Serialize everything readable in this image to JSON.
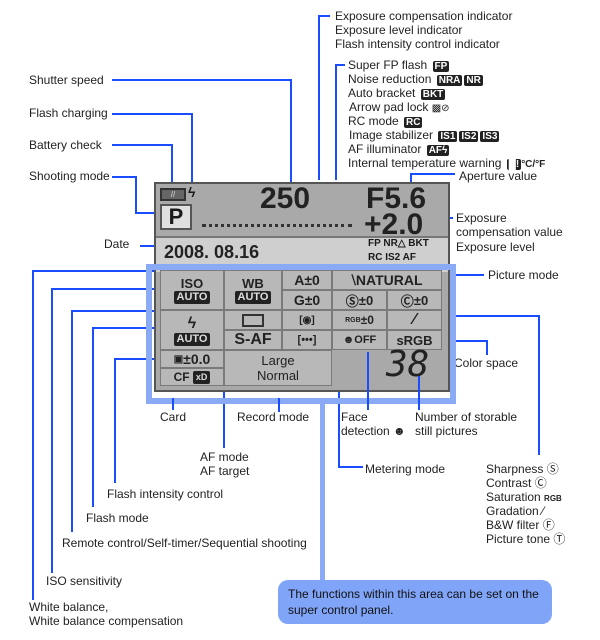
{
  "labels": {
    "shutter_speed": "Shutter speed",
    "flash_charging": "Flash charging",
    "battery_check": "Battery check",
    "shooting_mode": "Shooting mode",
    "date": "Date",
    "exposure_comp_indicator": "Exposure compensation indicator",
    "exposure_level_indicator": "Exposure level indicator",
    "flash_intensity_indicator": "Flash intensity control indicator",
    "super_fp": "Super FP flash",
    "noise_reduction": "Noise reduction",
    "auto_bracket": "Auto bracket",
    "arrow_pad_lock": "Arrow pad lock",
    "rc_mode": "RC mode",
    "image_stabilizer": "Image stabilizer",
    "af_illuminator": "AF illuminator",
    "internal_temp": "Internal temperature warning",
    "aperture_value": "Aperture value",
    "exposure_comp_value_1": "Exposure",
    "exposure_comp_value_2": "compensation value",
    "exposure_level": "Exposure level",
    "picture_mode": "Picture mode",
    "color_space": "Color space",
    "card": "Card",
    "record_mode": "Record mode",
    "face_detection_1": "Face",
    "face_detection_2": "detection",
    "storable_1": "Number of storable",
    "storable_2": "still pictures",
    "af_mode": "AF mode",
    "af_target": "AF target",
    "metering_mode": "Metering mode",
    "flash_intensity_control": "Flash intensity control",
    "flash_mode": "Flash mode",
    "remote_control": "Remote control/Self-timer/Sequential shooting",
    "iso_sensitivity": "ISO sensitivity",
    "white_balance_1": "White balance,",
    "white_balance_2": "White balance compensation",
    "sharpness": "Sharpness",
    "contrast": "Contrast",
    "saturation": "Saturation",
    "gradation": "Gradation",
    "bw_filter": "B&W filter",
    "picture_tone": "Picture tone"
  },
  "badges": {
    "fp": "FP",
    "nra": "NRA",
    "nr": "NR",
    "bkt": "BKT",
    "rc": "RC",
    "is1": "IS1",
    "is2": "IS2",
    "is3": "IS3",
    "af": "AFϟ",
    "temp_unit": "°C/°F"
  },
  "lcd": {
    "shutter": "250",
    "aperture": "F5.6",
    "exp_comp": "+2.0",
    "mode": "P",
    "date": "2008. 08.16",
    "iso_label": "ISO",
    "iso_value": "AUTO",
    "wb_label": "WB",
    "wb_value": "AUTO",
    "wb_a": "A±0",
    "wb_g": "G±0",
    "picture_mode": "NATURAL",
    "sharpness": "±0",
    "contrast": "±0",
    "saturation": "±0",
    "flash_value": "AUTO",
    "af_mode": "S-AF",
    "af_target": "[•••]",
    "face": "OFF",
    "color_space": "sRGB",
    "flash_comp": "±0.0",
    "card": "CF",
    "record_size": "Large",
    "record_quality": "Normal",
    "storable": "38",
    "status_row1": "FP NR△ BKT",
    "status_row2": "RC IS2 AF"
  },
  "note": "The functions within this area can be set on the super control panel.",
  "colors": {
    "callout": "#1a4dff",
    "highlight": "#8aaaf5",
    "lcd": "#a9a9a9"
  }
}
